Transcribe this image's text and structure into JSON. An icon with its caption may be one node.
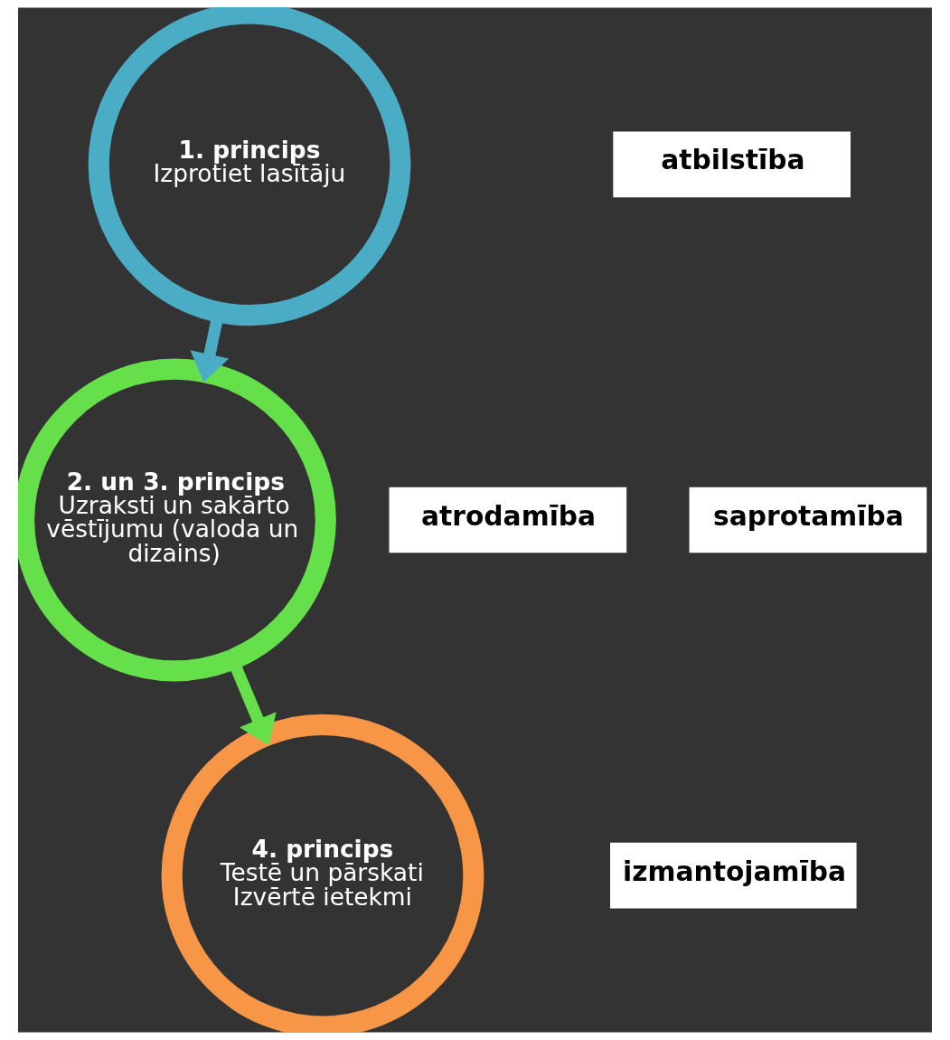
{
  "diagram": {
    "nodes": [
      {
        "text": [
          "1. princips",
          "Izprotiet lasītāju"
        ]
      },
      {
        "text": [
          "2. un 3. princips",
          "Uzraksti un sakārto vēstījumu (valoda un dizains)"
        ]
      },
      {
        "text": [
          "4. princips",
          "Testē un pārskati",
          "Izvērtē ietekmi"
        ]
      },
      {
        "text": [
          "atbilstība"
        ]
      },
      {
        "text": [
          "atrodamība"
        ]
      },
      {
        "text": [
          "saprotamība"
        ]
      },
      {
        "text": [
          "izmantojamība"
        ]
      }
    ],
    "edges": [
      {
        "from": 0,
        "to": 1,
        "arrow": "to",
        "color": "#4bacc6"
      },
      {
        "from": 1,
        "to": 2,
        "arrow": "to",
        "color": "#66e04a"
      }
    ]
  }
}
